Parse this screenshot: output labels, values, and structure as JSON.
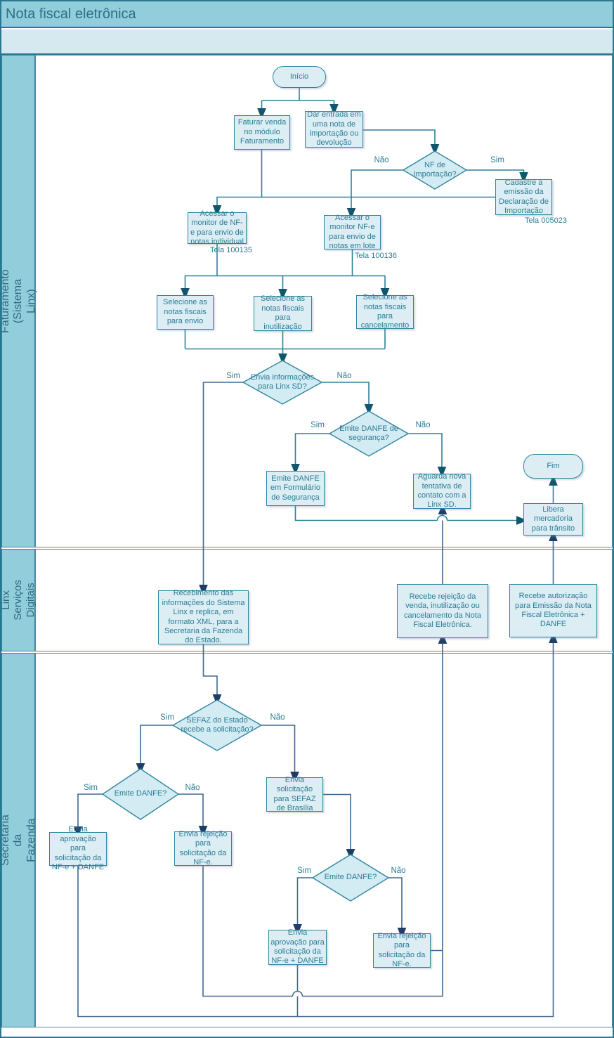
{
  "header": {
    "title": "Nota fiscal eletrônica"
  },
  "lanes": [
    {
      "label": "Faturamento (Sistema Linx)"
    },
    {
      "label": "Linx\nServiços Digitais"
    },
    {
      "label": "Secretaria da Fazenda"
    }
  ],
  "labels": {
    "sim": "Sim",
    "nao": "Não"
  },
  "nodes": {
    "inicio": {
      "type": "terminator",
      "text": "Início"
    },
    "faturar": {
      "type": "process",
      "text": "Faturar venda no módulo Faturamento"
    },
    "dar_entrada": {
      "type": "process",
      "text": "Dar entrada em uma nota de importação ou devolução"
    },
    "nf_importacao": {
      "type": "decision",
      "text": "NF de Importação?"
    },
    "cadastre": {
      "type": "process",
      "text": "Cadastre a emissão da Declaração de Importação"
    },
    "monitor_individual": {
      "type": "process",
      "text": "Acessar o monitor de NF-e para envio de notas individual"
    },
    "monitor_lote": {
      "type": "process",
      "text": "Acessar o monitor NF-e para envio de notas em lote"
    },
    "sel_envio": {
      "type": "process",
      "text": "Selecione as notas fiscais para envio"
    },
    "sel_inutilizacao": {
      "type": "process",
      "text": "Selecione as notas fiscais para inutilização"
    },
    "sel_cancelamento": {
      "type": "process",
      "text": "Selecione as notas fiscais para cancelamento"
    },
    "envia_info": {
      "type": "decision",
      "text": "Envia informações para Linx SD?"
    },
    "emite_danfe_seguranca": {
      "type": "decision",
      "text": "Emite DANFE de segurança?"
    },
    "emite_formulario": {
      "type": "process",
      "text": "Emite DANFE em Formulário de Segurança"
    },
    "aguarda": {
      "type": "process",
      "text": "Aguarda nova tentativa de contato com a Linx SD."
    },
    "fim": {
      "type": "terminator",
      "text": "Fim"
    },
    "libera": {
      "type": "process",
      "text": "Libera mercadoria para trânsito"
    },
    "recebimento": {
      "type": "process",
      "text": "Recebimento das informações do Sistema Linx e replica, em formato XML, para a Secretaria da Fazenda do Estado."
    },
    "recebe_rejeicao": {
      "type": "process",
      "text": "Recebe rejeição da venda, inutilização ou cancelamento da Nota Fiscal Eletrônica."
    },
    "recebe_autorizacao": {
      "type": "process",
      "text": "Recebe autorização para Emissão da Nota Fiscal Eletrônica + DANFE"
    },
    "sefaz_estado": {
      "type": "decision",
      "text": "SEFAZ do Estado recebe a solicitação?"
    },
    "emite_danfe_estado": {
      "type": "decision",
      "text": "Emite DANFE?"
    },
    "envia_solicitacao_brasilia": {
      "type": "process",
      "text": "Envia solicitação para SEFAZ de Brasília"
    },
    "aprovacao_estado": {
      "type": "process",
      "text": "Envia aprovação para solicitação da NF-e + DANFE"
    },
    "rejeicao_estado": {
      "type": "process",
      "text": "Envia rejeição para solicitação da NF-e."
    },
    "emite_danfe_brasilia": {
      "type": "decision",
      "text": "Emite DANFE?"
    },
    "aprovacao_brasilia": {
      "type": "process",
      "text": "Envia aprovação para solicitação da NF-e + DANFE"
    },
    "rejeicao_brasilia": {
      "type": "process",
      "text": "Envia rejeição para solicitação da NF-e."
    }
  },
  "annotations": {
    "tela_cadastro": "Tela 005023",
    "tela_individual": "Tela 100135",
    "tela_lote": "Tela 100136"
  },
  "colors": {
    "header_fill": "#92cddc",
    "band_fill": "#d6e9f0",
    "lane_strip_fill": "#92cddc",
    "shape_fill": "#dcedf4",
    "shape_border": "#2f85a0",
    "shape_text": "#2b7d97",
    "connector_teal": "#2e8099",
    "connector_steel": "#41688f",
    "arrow_dark": "#1f3e67"
  }
}
